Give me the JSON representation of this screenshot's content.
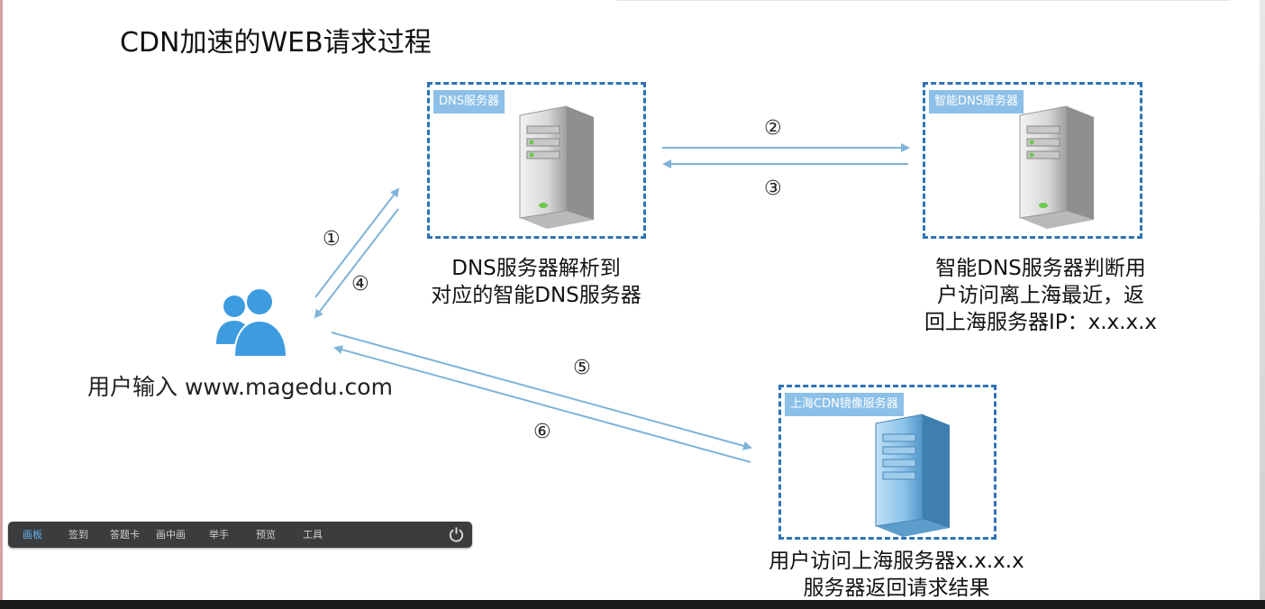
{
  "title": "CDN加速的WEB请求过程",
  "boxes": {
    "dns": {
      "tag": "DNS服务器",
      "caption": [
        "DNS服务器解析到",
        "对应的智能DNS服务器"
      ]
    },
    "smart_dns": {
      "tag": "智能DNS服务器",
      "caption": [
        "智能DNS服务器判断用",
        "户访问离上海最近，返",
        "回上海服务器IP：x.x.x.x"
      ]
    },
    "cdn": {
      "tag": "上海CDN镜像服务器",
      "caption": [
        "用户访问上海服务器x.x.x.x",
        "服务器返回请求结果"
      ]
    }
  },
  "steps": {
    "s1": "①",
    "s2": "②",
    "s3": "③",
    "s4": "④",
    "s5": "⑤",
    "s6": "⑥"
  },
  "user": {
    "label": "用户输入 www.magedu.com"
  },
  "toolbar": {
    "items": [
      "画板",
      "签到",
      "答题卡",
      "画中画",
      "举手",
      "预览",
      "工具"
    ],
    "active_index": 0
  },
  "colors": {
    "box_border": "#2f72b5",
    "tag_bg": "#8cc0e8",
    "arrow": "#7fb3d8",
    "user_icon": "#3d9ce0",
    "toolbar_active": "#62b3f0"
  }
}
